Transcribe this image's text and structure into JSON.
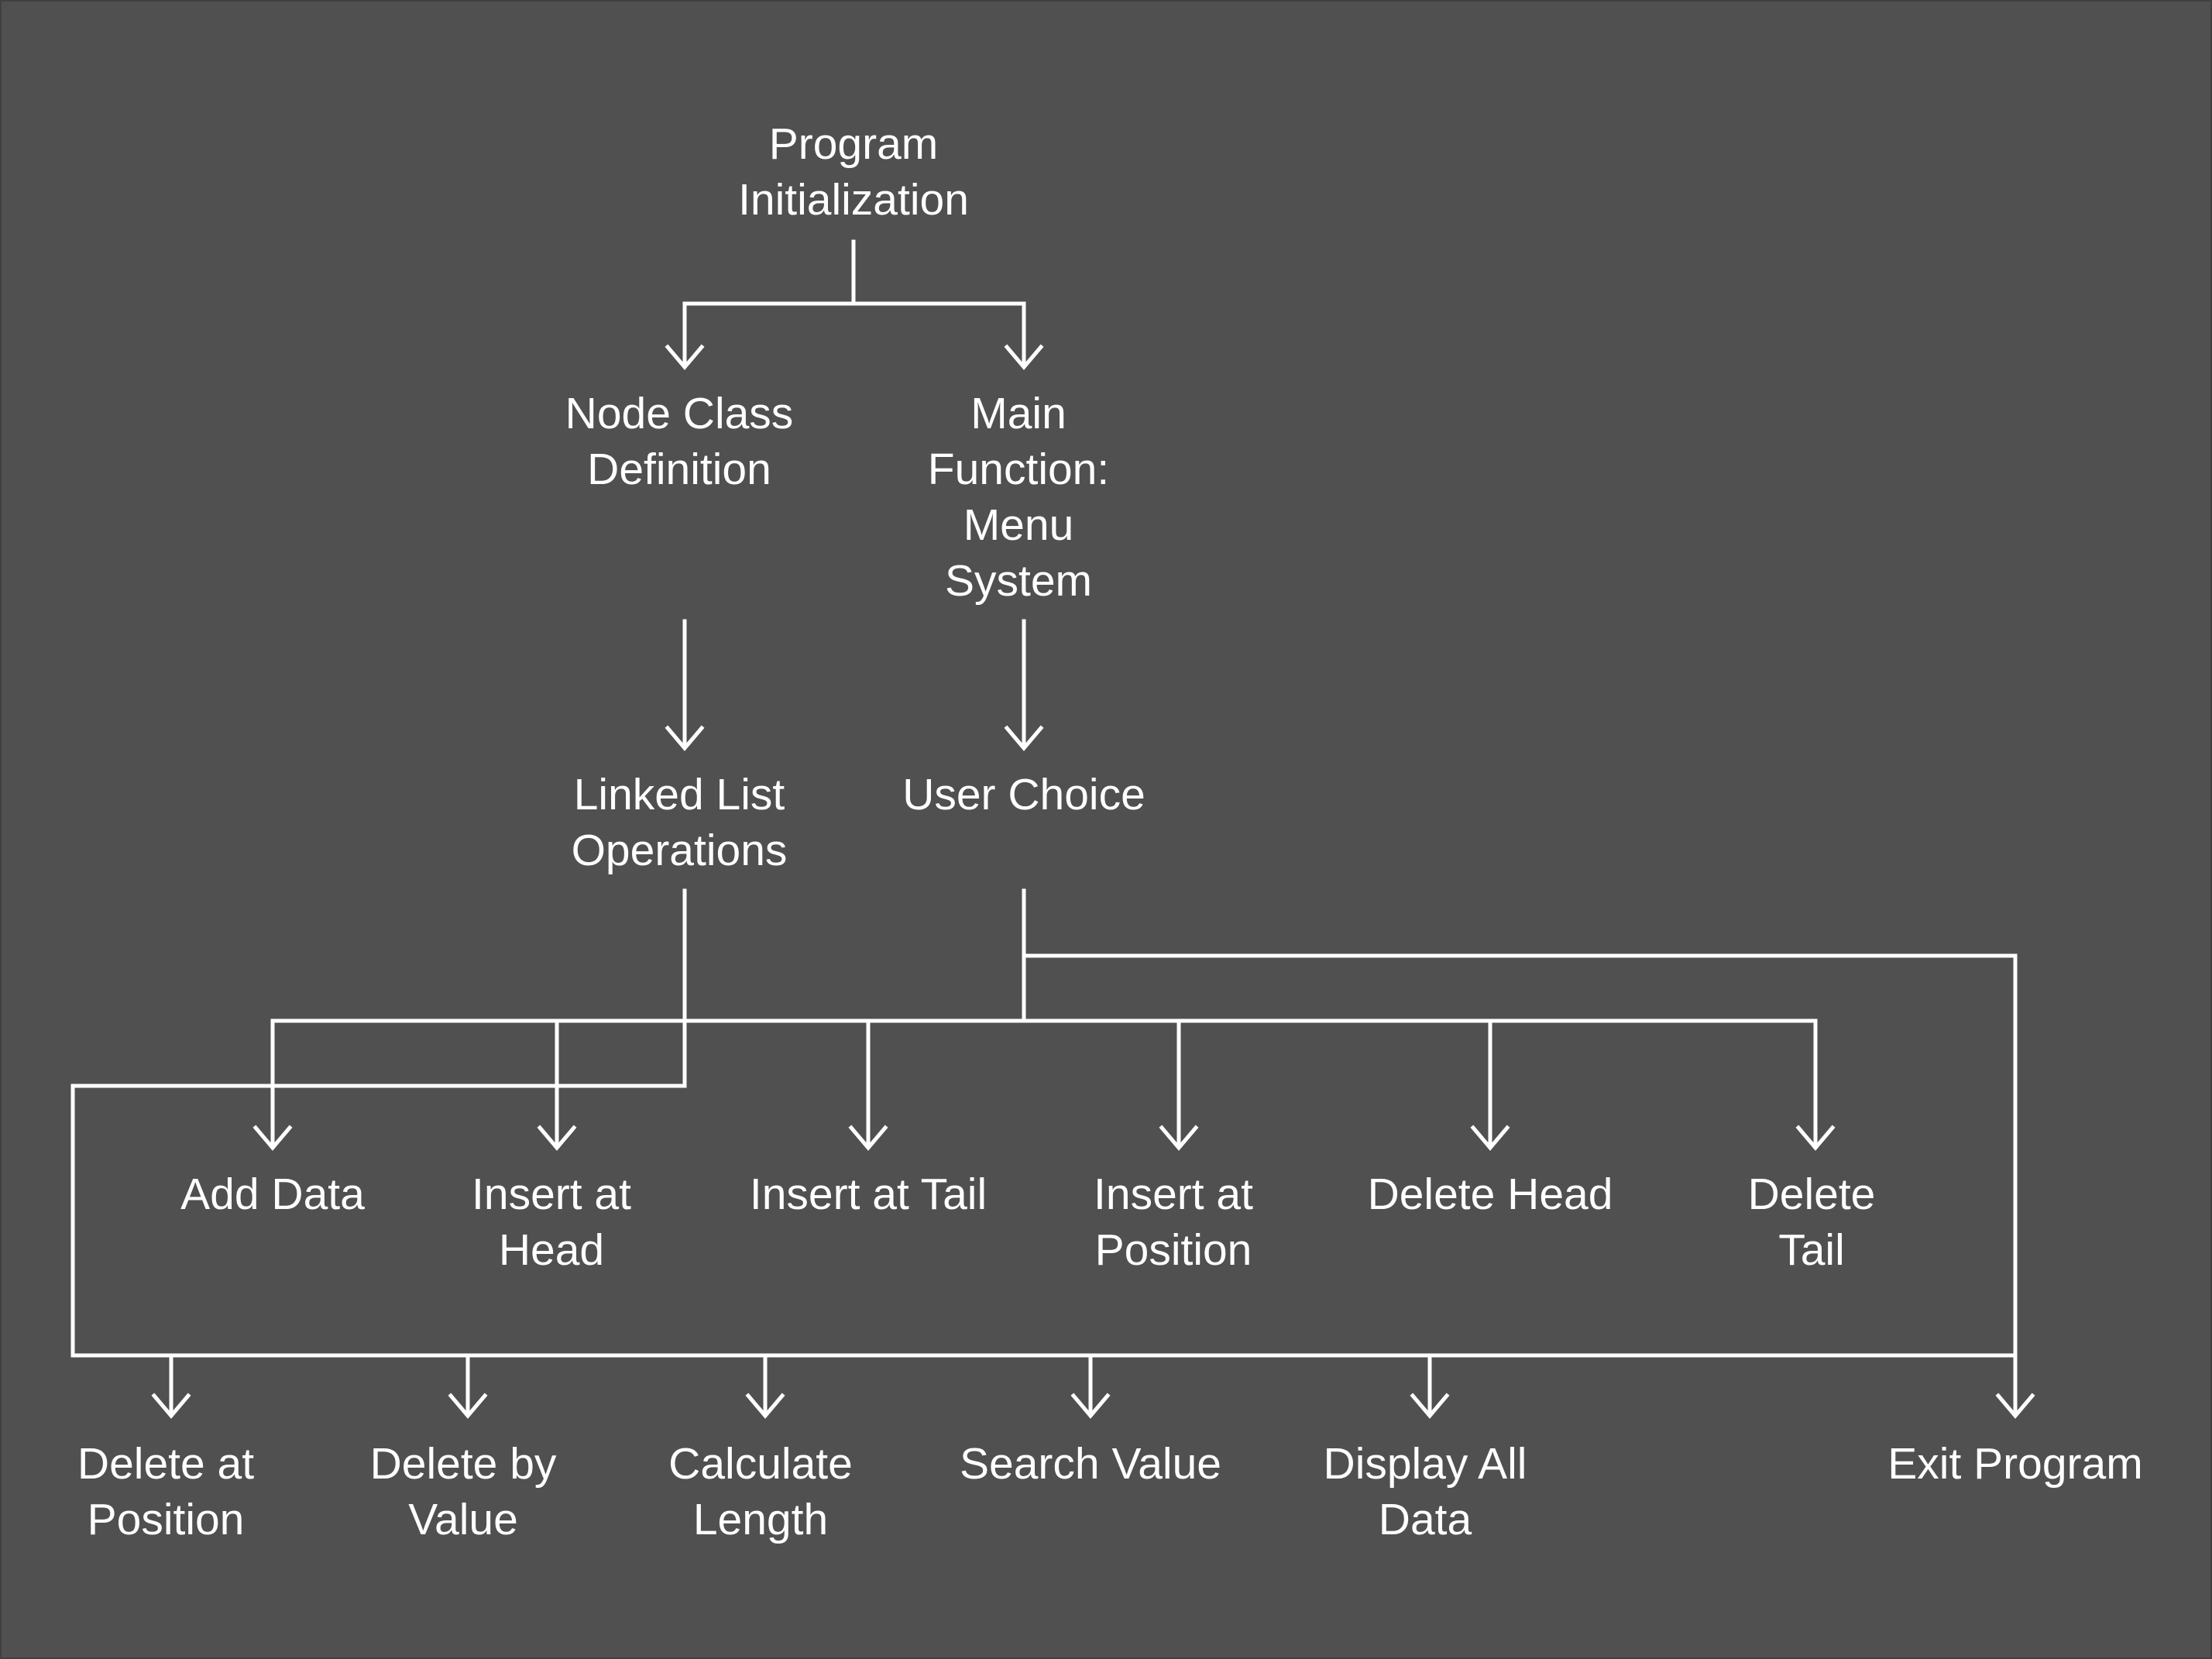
{
  "diagram": {
    "nodes": {
      "program_init": "Program\nInitialization",
      "node_class": "Node Class\nDefinition",
      "main_function": "Main\nFunction:\nMenu\nSystem",
      "linked_list_ops": "Linked List\nOperations",
      "user_choice": "User Choice",
      "add_data": "Add Data",
      "insert_head": "Insert at\nHead",
      "insert_tail": "Insert at Tail",
      "insert_position": "Insert at\nPosition",
      "delete_head": "Delete Head",
      "delete_tail": "Delete\nTail",
      "delete_position": "Delete at\nPosition",
      "delete_value": "Delete by\nValue",
      "calc_length": "Calculate\nLength",
      "search_value": "Search Value",
      "display_all": "Display All\nData",
      "exit_program": "Exit Program"
    },
    "colors": {
      "background": "#505050",
      "line": "#ffffff",
      "text": "#ffffff"
    }
  }
}
